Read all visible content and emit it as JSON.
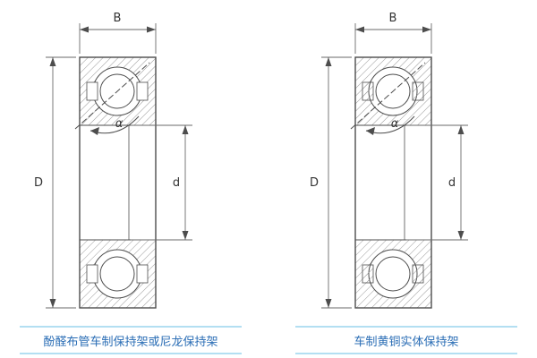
{
  "figures": [
    {
      "labels": {
        "width": "B",
        "outer_diameter": "D",
        "bore_diameter": "d",
        "contact_angle": "α"
      },
      "caption": "酚醛布管车制保持架或尼龙保持架"
    },
    {
      "labels": {
        "width": "B",
        "outer_diameter": "D",
        "bore_diameter": "d",
        "contact_angle": "α"
      },
      "caption": "车制黄铜实体保持架"
    }
  ],
  "colors": {
    "caption_text": "#2a6db5",
    "caption_rule": "#b3dff2",
    "line_art": "#4d4d4d",
    "background": "#ffffff"
  }
}
